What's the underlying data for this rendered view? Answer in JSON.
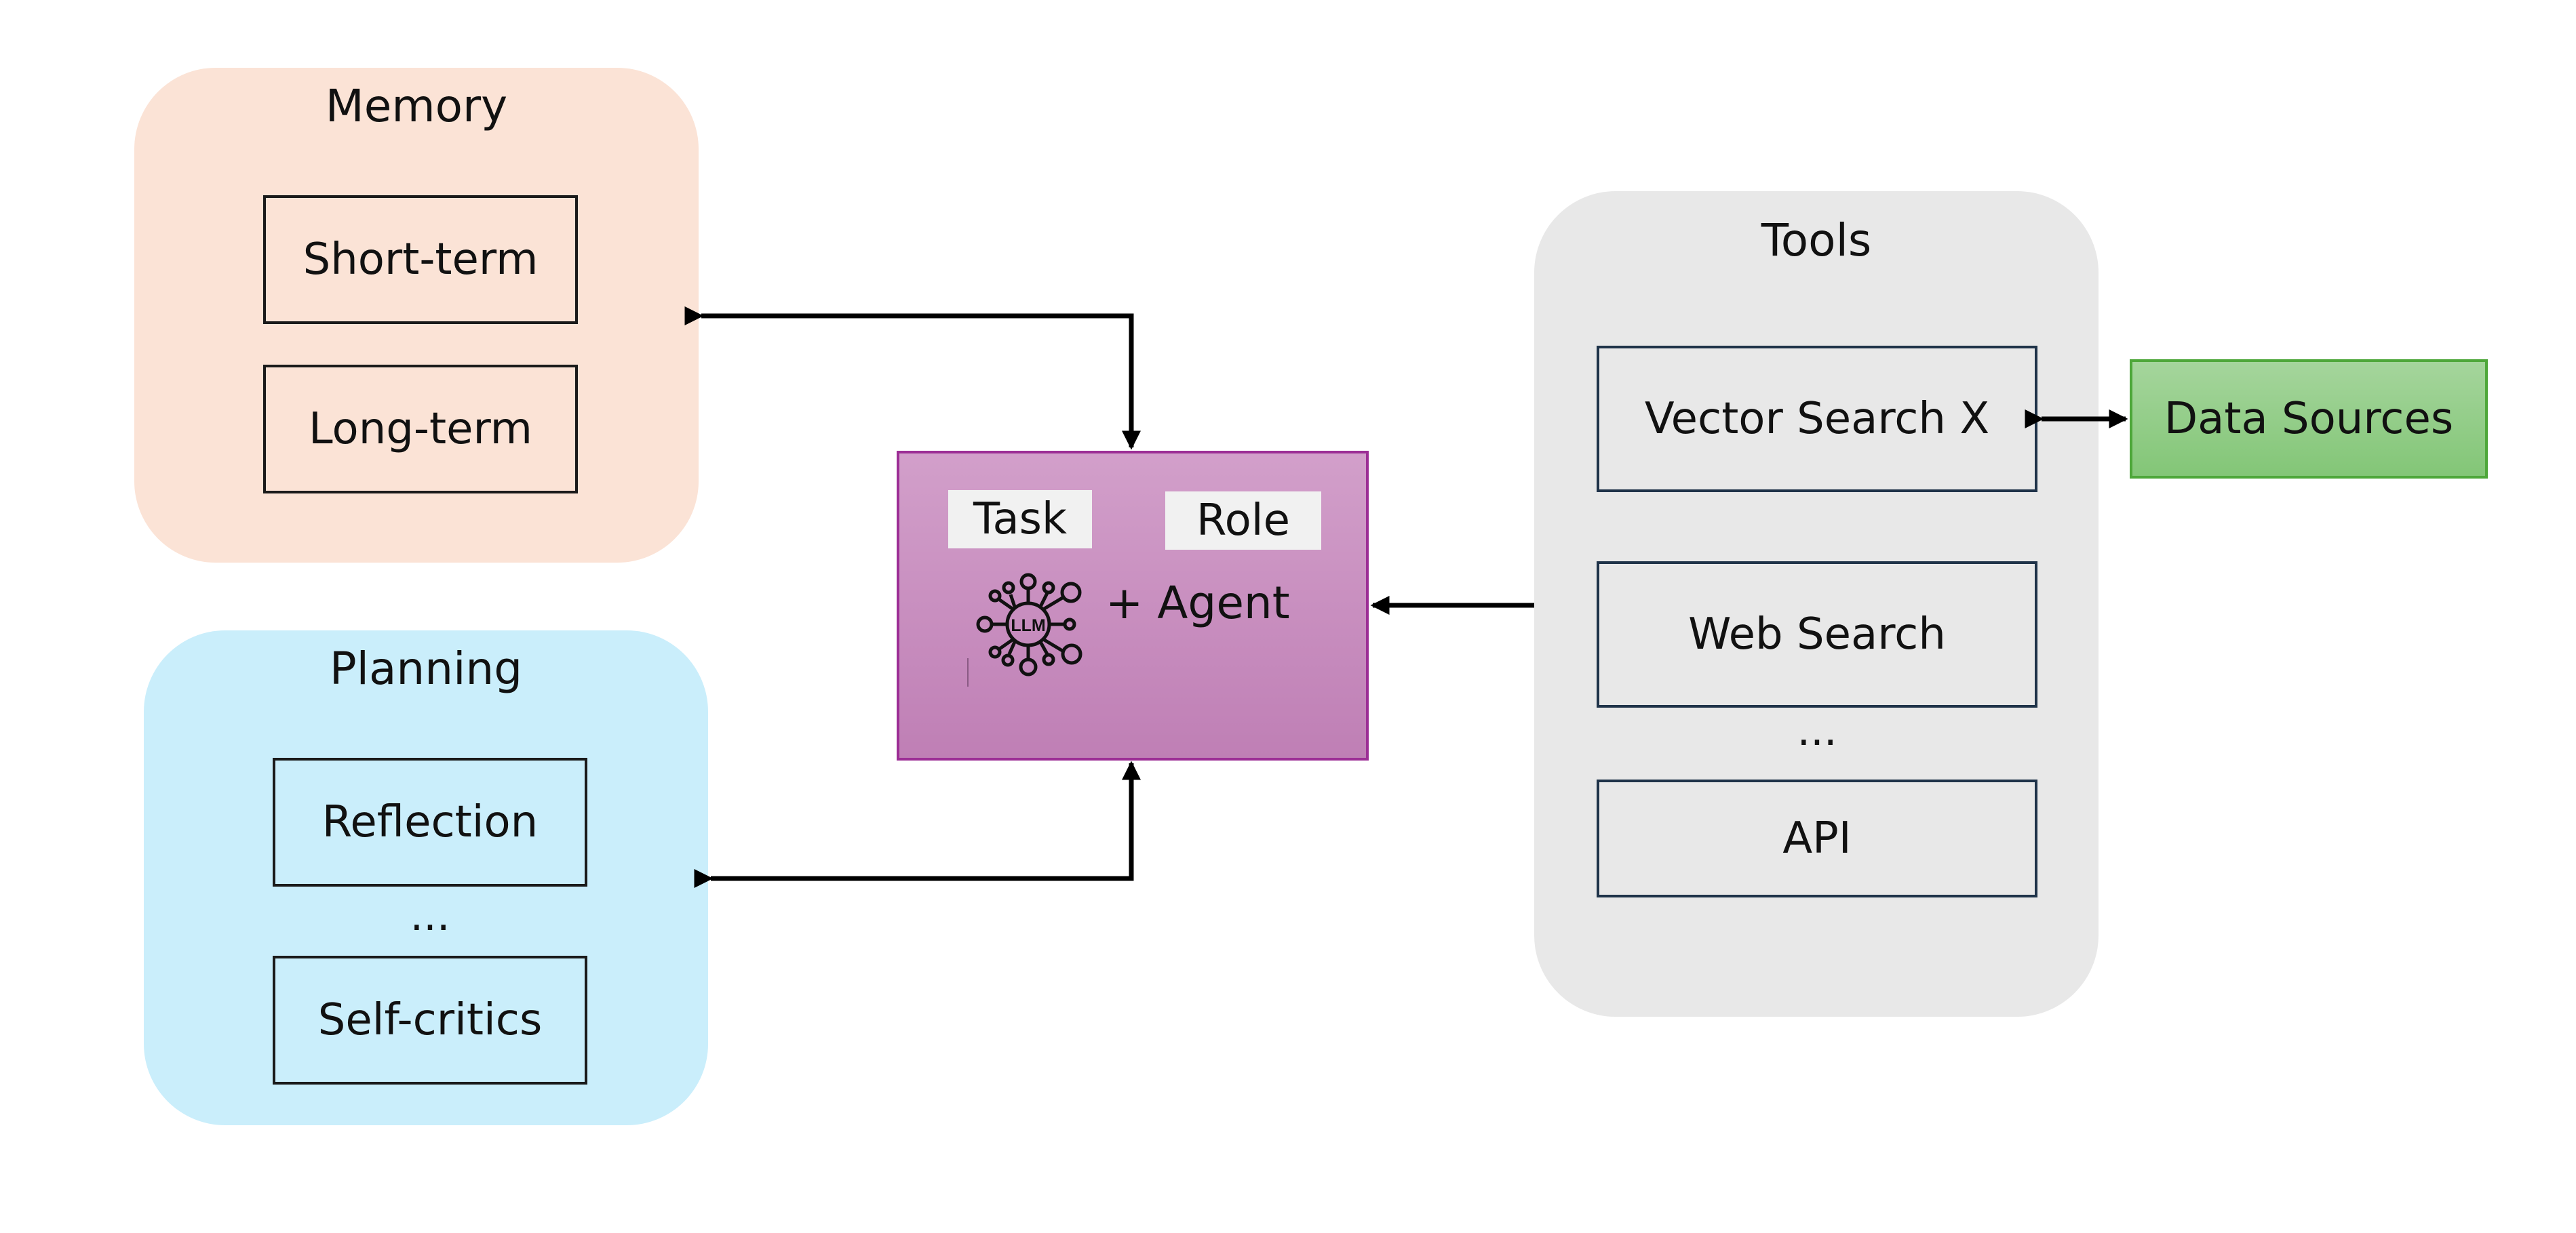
{
  "memory": {
    "title": "Memory",
    "items": [
      "Short-term",
      "Long-term"
    ]
  },
  "planning": {
    "title": "Planning",
    "items": [
      "Reflection",
      "Self-critics"
    ],
    "ellipsis": "..."
  },
  "agent": {
    "task_label": "Task",
    "role_label": "Role",
    "llm_label": "LLM",
    "agent_label": "+ Agent"
  },
  "tools": {
    "title": "Tools",
    "items": [
      "Vector Search X",
      "Web Search",
      "API"
    ],
    "ellipsis": "..."
  },
  "data_sources": {
    "label": "Data Sources"
  },
  "colors": {
    "memory_bg": "#fbe3d6",
    "planning_bg": "#caeefb",
    "tools_bg": "#e8e8e8",
    "agent_border": "#9c2e95",
    "data_border": "#4ea73a",
    "arrow": "#000000"
  }
}
